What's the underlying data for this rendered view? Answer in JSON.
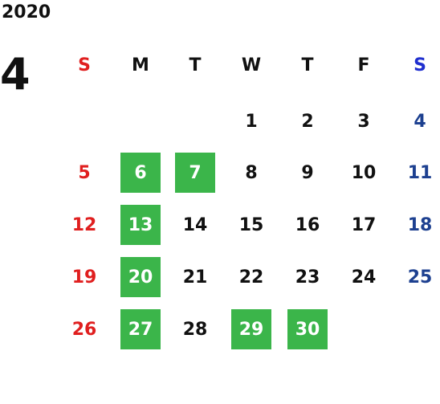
{
  "year": "2020",
  "month": "4",
  "weekdays": [
    "S",
    "M",
    "T",
    "W",
    "T",
    "F",
    "S"
  ],
  "highlight_color": "#3bb54a",
  "colors": {
    "sunday": "#e01f1f",
    "saturday": "#1d4090",
    "weekday": "#111111"
  },
  "weeks": [
    [
      "",
      "",
      "",
      "1",
      "2",
      "3",
      "4"
    ],
    [
      "5",
      "6",
      "7",
      "8",
      "9",
      "10",
      "11"
    ],
    [
      "12",
      "13",
      "14",
      "15",
      "16",
      "17",
      "18"
    ],
    [
      "19",
      "20",
      "21",
      "22",
      "23",
      "24",
      "25"
    ],
    [
      "26",
      "27",
      "28",
      "29",
      "30",
      "",
      ""
    ]
  ],
  "highlighted_days": [
    "6",
    "7",
    "13",
    "20",
    "27",
    "29",
    "30"
  ]
}
